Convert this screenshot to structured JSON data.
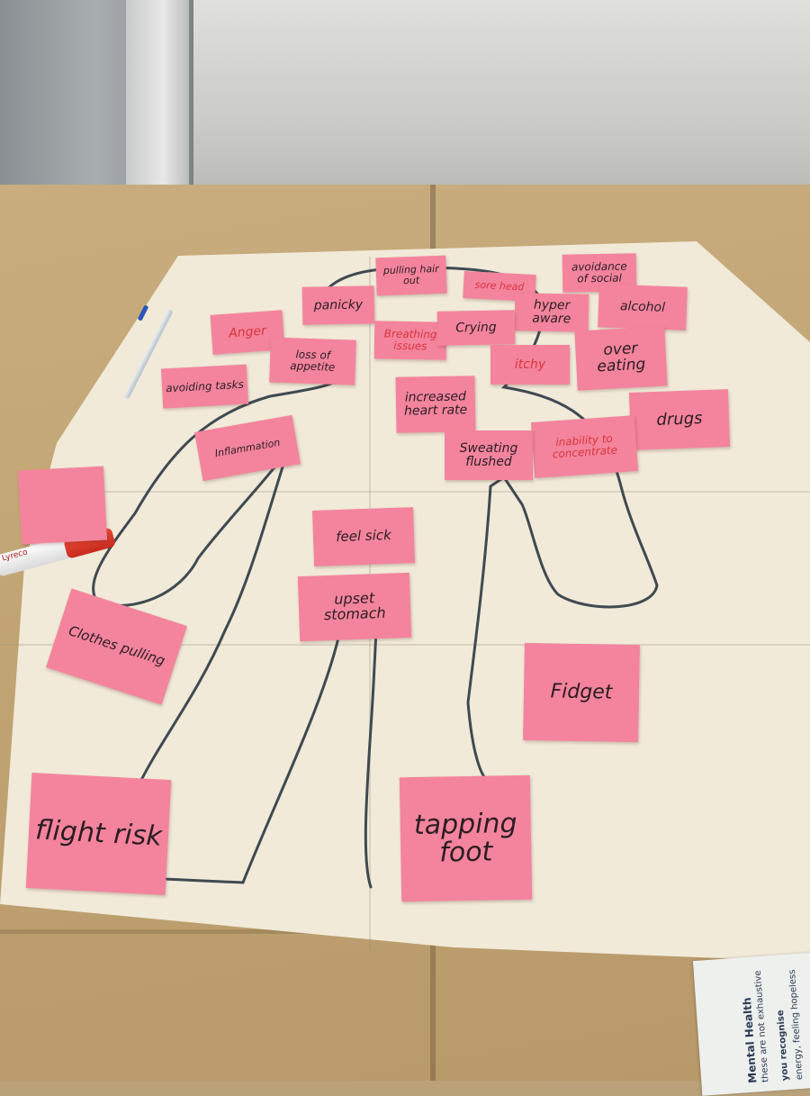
{
  "notes": [
    {
      "id": "pulling-hair-out",
      "text": "pulling hair out"
    },
    {
      "id": "sore-head",
      "text": "sore head"
    },
    {
      "id": "avoidance-of-social",
      "text": "avoidance of social"
    },
    {
      "id": "panicky",
      "text": "panicky"
    },
    {
      "id": "hyper-aware",
      "text": "hyper aware"
    },
    {
      "id": "alcohol",
      "text": "alcohol"
    },
    {
      "id": "anger",
      "text": "Anger"
    },
    {
      "id": "breathing-issues",
      "text": "Breathing issues"
    },
    {
      "id": "crying",
      "text": "Crying"
    },
    {
      "id": "loss-of-appetite",
      "text": "loss of appetite"
    },
    {
      "id": "itchy",
      "text": "itchy"
    },
    {
      "id": "over-eating",
      "text": "over eating"
    },
    {
      "id": "avoiding-tasks",
      "text": "avoiding tasks"
    },
    {
      "id": "increased-heart-rate",
      "text": "increased heart rate"
    },
    {
      "id": "drugs",
      "text": "drugs"
    },
    {
      "id": "inflammation",
      "text": "Inflammation"
    },
    {
      "id": "inability-to-concentrate",
      "text": "inability to concentrate"
    },
    {
      "id": "sweating-flushed",
      "text": "Sweating flushed"
    },
    {
      "id": "blank",
      "text": ""
    },
    {
      "id": "feel-sick",
      "text": "feel sick"
    },
    {
      "id": "upset-stomach",
      "text": "upset stomach"
    },
    {
      "id": "clothes-pulling",
      "text": "Clothes pulling"
    },
    {
      "id": "fidget",
      "text": "Fidget"
    },
    {
      "id": "flight-risk",
      "text": "flight risk"
    },
    {
      "id": "tapping-foot",
      "text": "tapping foot"
    }
  ],
  "handout": {
    "lines": [
      "Mental Health",
      "these are not exhaustive",
      "you recognise",
      "energy, feeling hopeless"
    ]
  },
  "marker": {
    "label": "Lyreco"
  },
  "colors": {
    "note": "#f4849d",
    "red_ink": "#d8343e",
    "dark_ink": "#2a1d22"
  }
}
